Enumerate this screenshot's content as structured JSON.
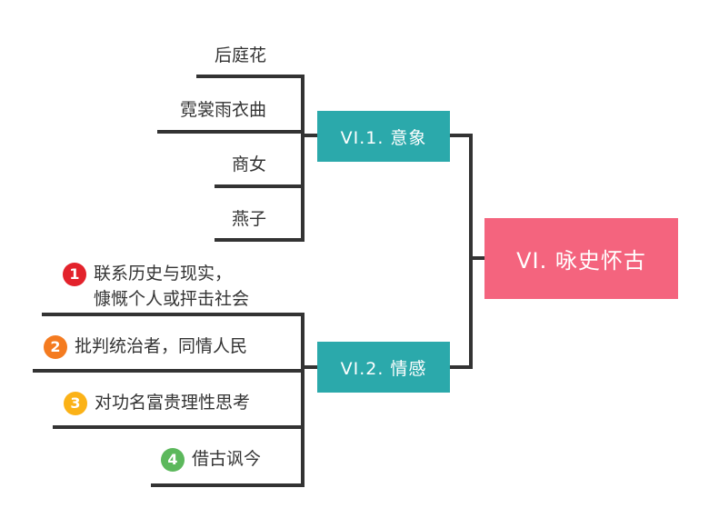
{
  "root": {
    "label": "VI. 咏史怀古",
    "color": "#f4647e"
  },
  "branches": [
    {
      "label": "VI.1. 意象",
      "color": "#2ba9ab",
      "leaves": [
        "后庭花",
        "霓裳雨衣曲",
        "商女",
        "燕子"
      ]
    },
    {
      "label": "VI.2. 情感",
      "color": "#2ba9ab",
      "leaves": [
        {
          "num": "1",
          "color": "#e3222b",
          "lines": [
            "联系历史与现实，",
            "慷慨个人或抨击社会"
          ]
        },
        {
          "num": "2",
          "color": "#f47b20",
          "lines": [
            "批判统治者，同情人民"
          ]
        },
        {
          "num": "3",
          "color": "#fbb217",
          "lines": [
            "对功名富贵理性思考"
          ]
        },
        {
          "num": "4",
          "color": "#5cb85c",
          "lines": [
            "借古讽今"
          ]
        }
      ]
    }
  ]
}
